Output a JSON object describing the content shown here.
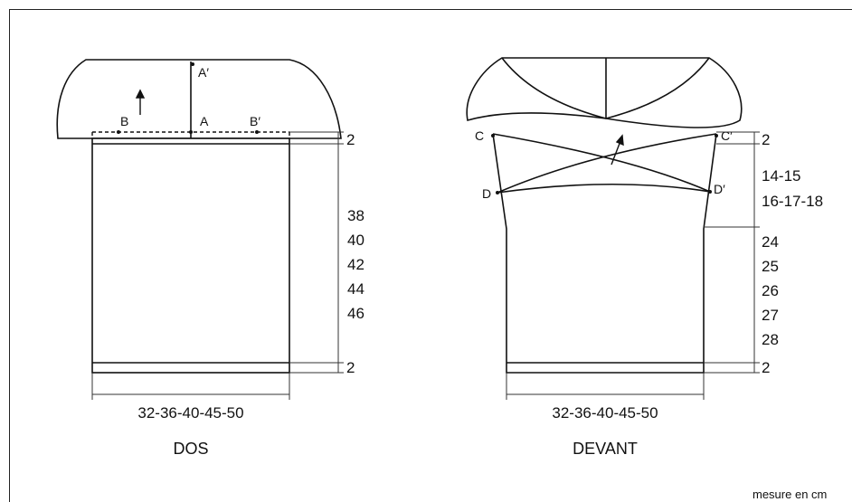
{
  "dos": {
    "title": "DOS",
    "points": {
      "a": "A",
      "a_prime": "A′",
      "b": "B",
      "b_prime": "B′"
    },
    "width_label": "32-36-40-45-50",
    "top_band": "2",
    "bottom_band": "2",
    "length_values": [
      "38",
      "40",
      "42",
      "44",
      "46"
    ]
  },
  "devant": {
    "title": "DEVANT",
    "points": {
      "c": "C",
      "c_prime": "C′",
      "d": "D",
      "d_prime": "D′"
    },
    "width_label": "32-36-40-45-50",
    "top_band": "2",
    "bottom_band": "2",
    "upper_values": [
      "14-15",
      "16-17-18"
    ],
    "lower_values": [
      "24",
      "25",
      "26",
      "27",
      "28"
    ]
  },
  "unit_note": "mesure en cm"
}
